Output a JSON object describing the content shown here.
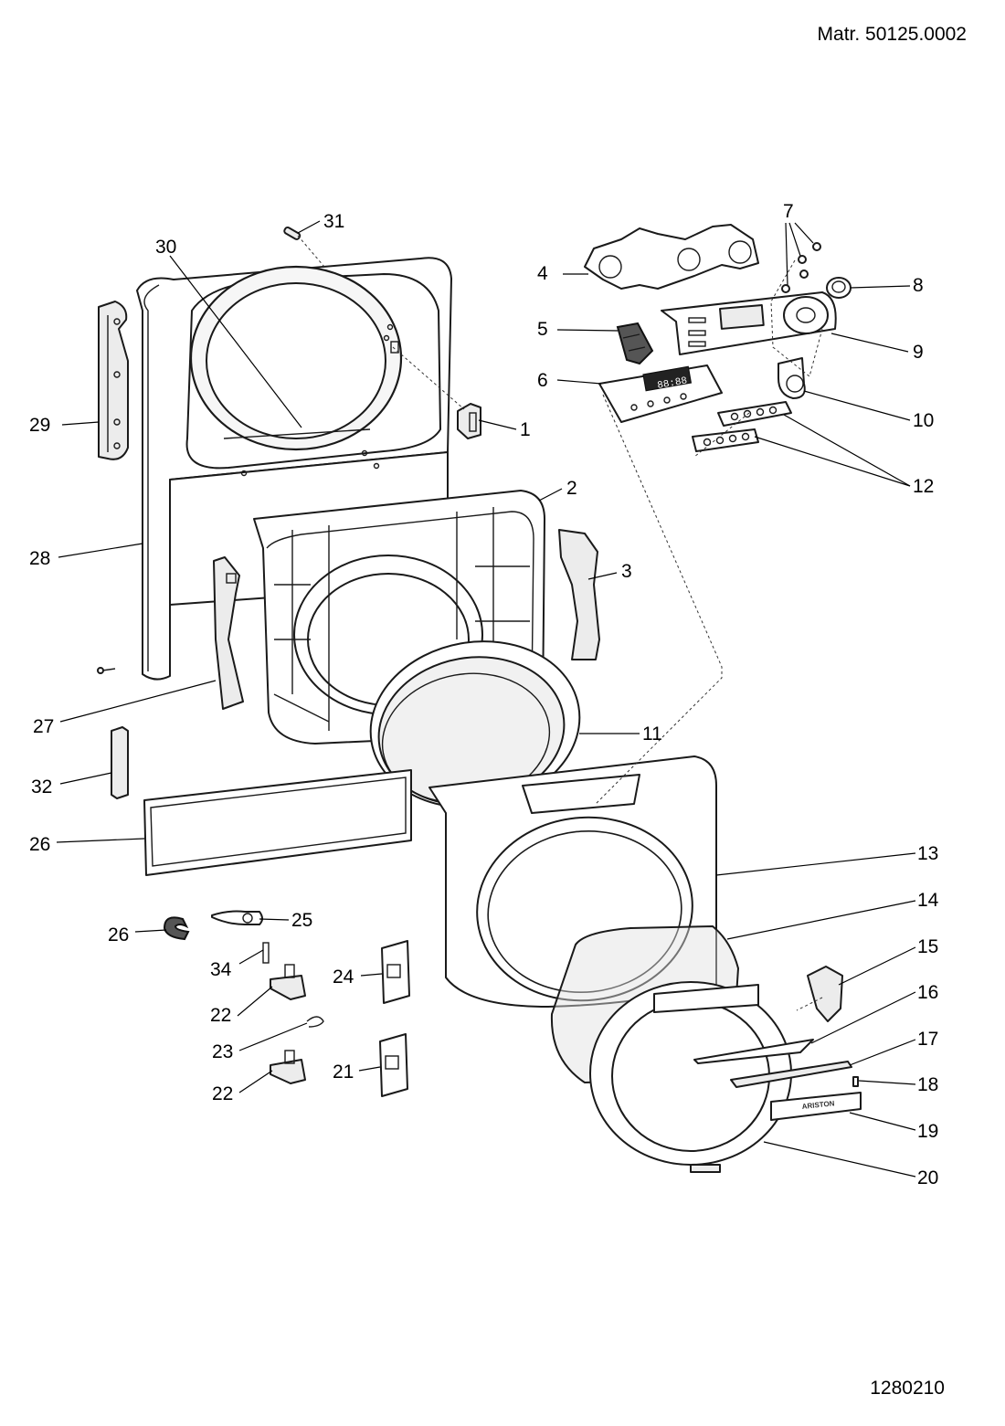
{
  "header": {
    "material": "Matr. 50125.0002"
  },
  "footer": {
    "drawing_number": "1280210"
  },
  "brand_text": "ARISTON",
  "display_text": "88:88",
  "callouts": [
    {
      "id": "p1",
      "label": "1"
    },
    {
      "id": "p2",
      "label": "2"
    },
    {
      "id": "p3",
      "label": "3"
    },
    {
      "id": "p4",
      "label": "4"
    },
    {
      "id": "p5",
      "label": "5"
    },
    {
      "id": "p6",
      "label": "6"
    },
    {
      "id": "p7",
      "label": "7"
    },
    {
      "id": "p8",
      "label": "8"
    },
    {
      "id": "p9",
      "label": "9"
    },
    {
      "id": "p10",
      "label": "10"
    },
    {
      "id": "p11",
      "label": "11"
    },
    {
      "id": "p12",
      "label": "12"
    },
    {
      "id": "p13",
      "label": "13"
    },
    {
      "id": "p14",
      "label": "14"
    },
    {
      "id": "p15",
      "label": "15"
    },
    {
      "id": "p16",
      "label": "16"
    },
    {
      "id": "p17",
      "label": "17"
    },
    {
      "id": "p18",
      "label": "18"
    },
    {
      "id": "p19",
      "label": "19"
    },
    {
      "id": "p20",
      "label": "20"
    },
    {
      "id": "p21",
      "label": "21"
    },
    {
      "id": "p22a",
      "label": "22"
    },
    {
      "id": "p22b",
      "label": "22"
    },
    {
      "id": "p23",
      "label": "23"
    },
    {
      "id": "p24",
      "label": "24"
    },
    {
      "id": "p25",
      "label": "25"
    },
    {
      "id": "p26",
      "label": "26"
    },
    {
      "id": "p27",
      "label": "27"
    },
    {
      "id": "p28",
      "label": "28"
    },
    {
      "id": "p29",
      "label": "29"
    },
    {
      "id": "p30",
      "label": "30"
    },
    {
      "id": "p31",
      "label": "31"
    },
    {
      "id": "p32",
      "label": "32"
    },
    {
      "id": "p33",
      "label": "33"
    },
    {
      "id": "p34",
      "label": "34"
    }
  ]
}
